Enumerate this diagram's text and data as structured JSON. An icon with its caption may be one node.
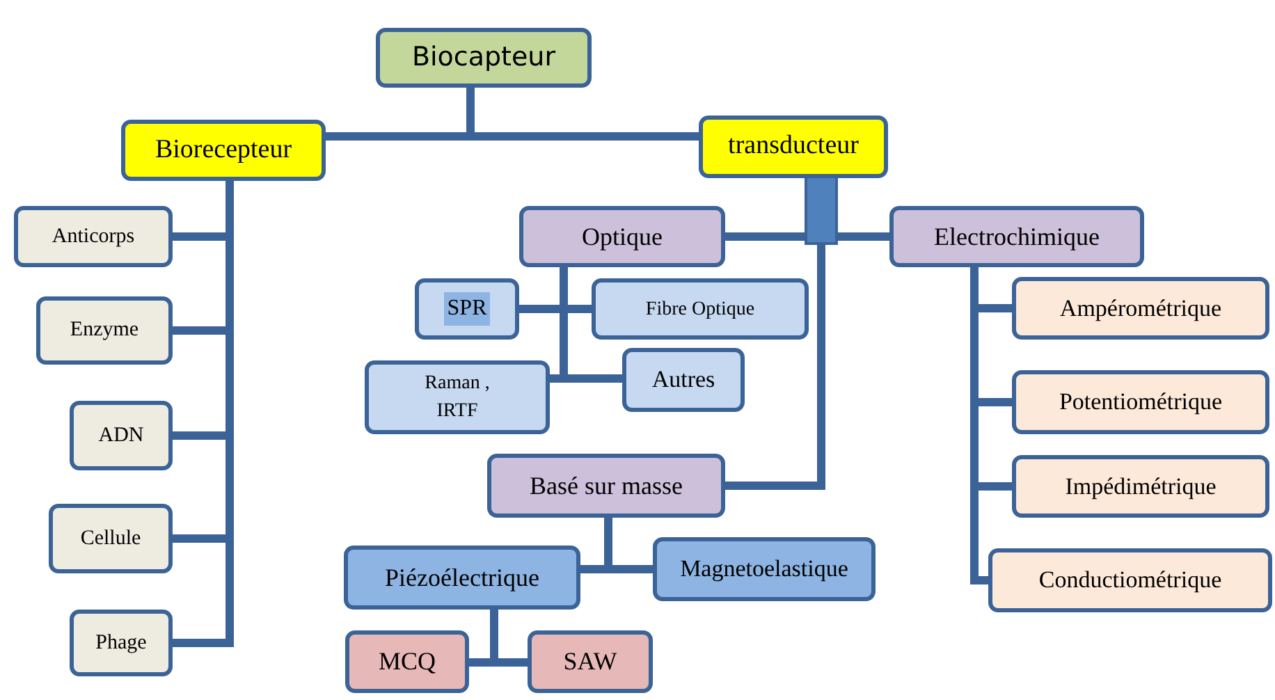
{
  "diagram": {
    "nodes": [
      {
        "text": [
          "Biocapteur"
        ]
      },
      {
        "text": [
          "Biorecepteur"
        ]
      },
      {
        "text": [
          "transducteur"
        ]
      },
      {
        "text": [
          "Anticorps"
        ]
      },
      {
        "text": [
          "Enzyme"
        ]
      },
      {
        "text": [
          "ADN"
        ]
      },
      {
        "text": [
          "Cellule"
        ]
      },
      {
        "text": [
          "Phage"
        ]
      },
      {
        "text": [
          "Optique"
        ]
      },
      {
        "text": [
          "Electrochimique"
        ]
      },
      {
        "text": [
          "SPR"
        ]
      },
      {
        "text": [
          "Fibre Optique"
        ]
      },
      {
        "text": [
          "Raman , IRTF"
        ]
      },
      {
        "text": [
          "Autres"
        ]
      },
      {
        "text": [
          "Basé sur masse"
        ]
      },
      {
        "text": [
          "Piézoélectrique"
        ]
      },
      {
        "text": [
          "Magnetoelastique"
        ]
      },
      {
        "text": [
          "MCQ"
        ]
      },
      {
        "text": [
          "SAW"
        ]
      },
      {
        "text": [
          "Ampérométrique"
        ]
      },
      {
        "text": [
          "Potentiométrique"
        ]
      },
      {
        "text": [
          "Impédimétrique"
        ]
      },
      {
        "text": [
          "Conductiométrique"
        ]
      }
    ],
    "edges": [
      {
        "from": 0,
        "to": 1,
        "arrow": "none"
      },
      {
        "from": 0,
        "to": 2,
        "arrow": "none"
      },
      {
        "from": 1,
        "to": 3,
        "arrow": "none"
      },
      {
        "from": 1,
        "to": 4,
        "arrow": "none"
      },
      {
        "from": 1,
        "to": 5,
        "arrow": "none"
      },
      {
        "from": 1,
        "to": 6,
        "arrow": "none"
      },
      {
        "from": 1,
        "to": 7,
        "arrow": "none"
      },
      {
        "from": 2,
        "to": 8,
        "arrow": "none"
      },
      {
        "from": 2,
        "to": 9,
        "arrow": "none"
      },
      {
        "from": 2,
        "to": 14,
        "arrow": "none"
      },
      {
        "from": 8,
        "to": 10,
        "arrow": "none"
      },
      {
        "from": 8,
        "to": 11,
        "arrow": "none"
      },
      {
        "from": 8,
        "to": 12,
        "arrow": "none"
      },
      {
        "from": 8,
        "to": 13,
        "arrow": "none"
      },
      {
        "from": 9,
        "to": 19,
        "arrow": "none"
      },
      {
        "from": 9,
        "to": 20,
        "arrow": "none"
      },
      {
        "from": 9,
        "to": 21,
        "arrow": "none"
      },
      {
        "from": 9,
        "to": 22,
        "arrow": "none"
      },
      {
        "from": 14,
        "to": 15,
        "arrow": "none"
      },
      {
        "from": 14,
        "to": 16,
        "arrow": "none"
      },
      {
        "from": 15,
        "to": 17,
        "arrow": "none"
      },
      {
        "from": 15,
        "to": 18,
        "arrow": "none"
      }
    ]
  }
}
